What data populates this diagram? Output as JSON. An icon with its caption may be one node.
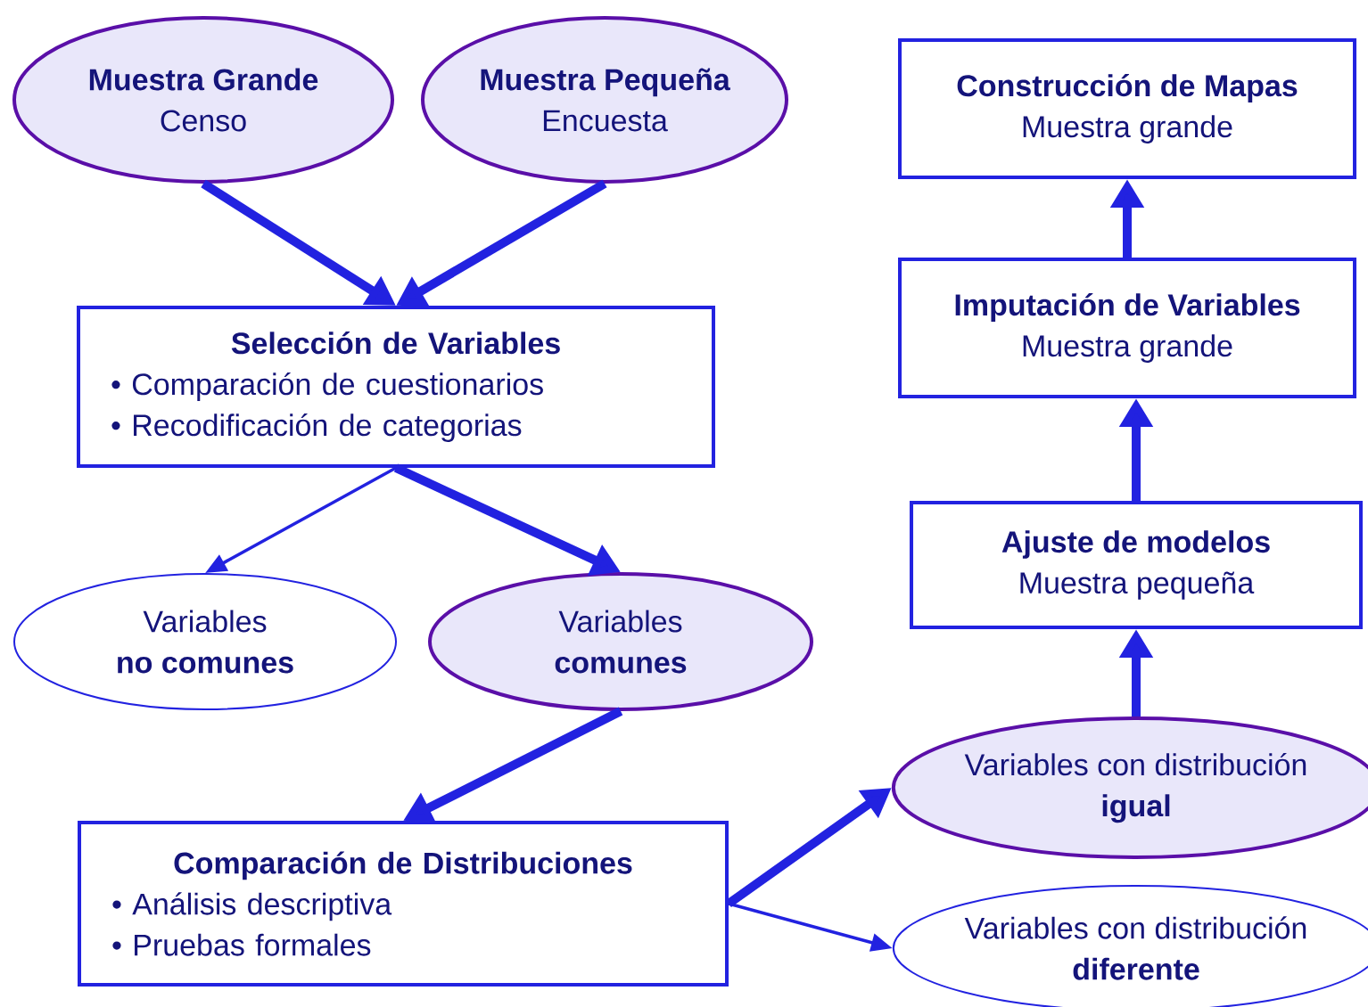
{
  "diagram": {
    "nodes": [
      {
        "text": [
          "Muestra Grande",
          "Censo"
        ]
      },
      {
        "text": [
          "Muestra Pequeña",
          "Encuesta"
        ]
      },
      {
        "text": [
          "Selección de Variables",
          "• Comparación de cuestionarios",
          "• Recodificación de categorias"
        ]
      },
      {
        "text": [
          "Variables",
          "no comunes"
        ]
      },
      {
        "text": [
          "Variables",
          "comunes"
        ]
      },
      {
        "text": [
          "Comparación de Distribuciones",
          "• Análisis descriptiva",
          "• Pruebas formales"
        ]
      },
      {
        "text": [
          "Variables con distribución",
          "igual"
        ]
      },
      {
        "text": [
          "Variables con distribución",
          "diferente"
        ]
      },
      {
        "text": [
          "Ajuste de modelos",
          "Muestra pequeña"
        ]
      },
      {
        "text": [
          "Imputación de Variables",
          "Muestra grande"
        ]
      },
      {
        "text": [
          "Construcción de Mapas",
          "Muestra grande"
        ]
      }
    ],
    "edges": [
      {
        "from": 0,
        "to": 2,
        "arrow": "to"
      },
      {
        "from": 1,
        "to": 2,
        "arrow": "to"
      },
      {
        "from": 2,
        "to": 3,
        "arrow": "to"
      },
      {
        "from": 2,
        "to": 4,
        "arrow": "to"
      },
      {
        "from": 4,
        "to": 5,
        "arrow": "to"
      },
      {
        "from": 5,
        "to": 6,
        "arrow": "to"
      },
      {
        "from": 5,
        "to": 7,
        "arrow": "to"
      },
      {
        "from": 6,
        "to": 8,
        "arrow": "to"
      },
      {
        "from": 8,
        "to": 9,
        "arrow": "to"
      },
      {
        "from": 9,
        "to": 10,
        "arrow": "to"
      }
    ]
  }
}
